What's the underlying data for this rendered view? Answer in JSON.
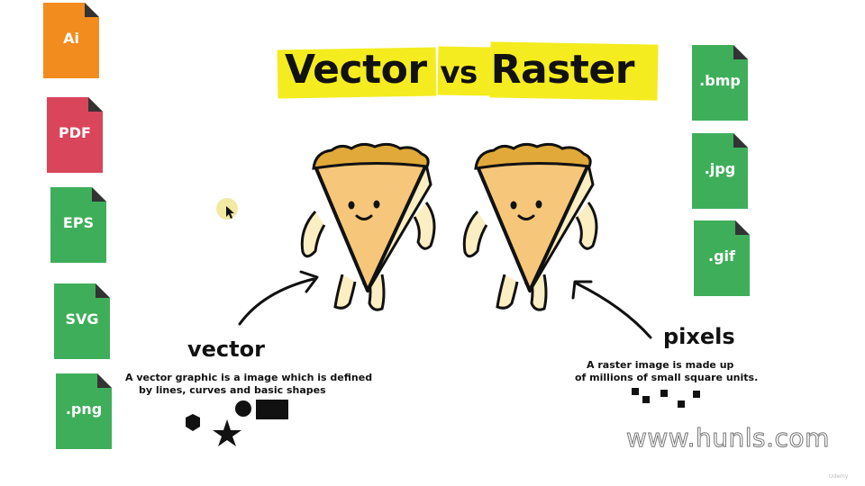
{
  "title": {
    "left": "Vector",
    "mid": "vs",
    "right": "Raster"
  },
  "left_files": [
    ".Ai",
    "PDF",
    "EPS",
    "SVG",
    ".png"
  ],
  "left_file_labels": [
    "Ai",
    "PDF",
    "EPS",
    "SVG",
    ".png"
  ],
  "right_file_labels": [
    ".bmp",
    ".jpg",
    ".gif"
  ],
  "colors": {
    "ai": "#f28c1e",
    "pdf": "#d9455a",
    "green": "#3fae5a",
    "highlight": "#f4ec1f",
    "pie_fill": "#f6c77a",
    "crust": "#e0a93a"
  },
  "vector": {
    "label": "vector",
    "desc_line1": "A vector graphic is a image which is defined",
    "desc_line2": "by lines, curves and basic shapes"
  },
  "raster": {
    "label": "pixels",
    "desc_line1": "A raster image is made up",
    "desc_line2": "of millions of small square units."
  },
  "watermark": "www.hunls.com",
  "brand": "Udemy"
}
